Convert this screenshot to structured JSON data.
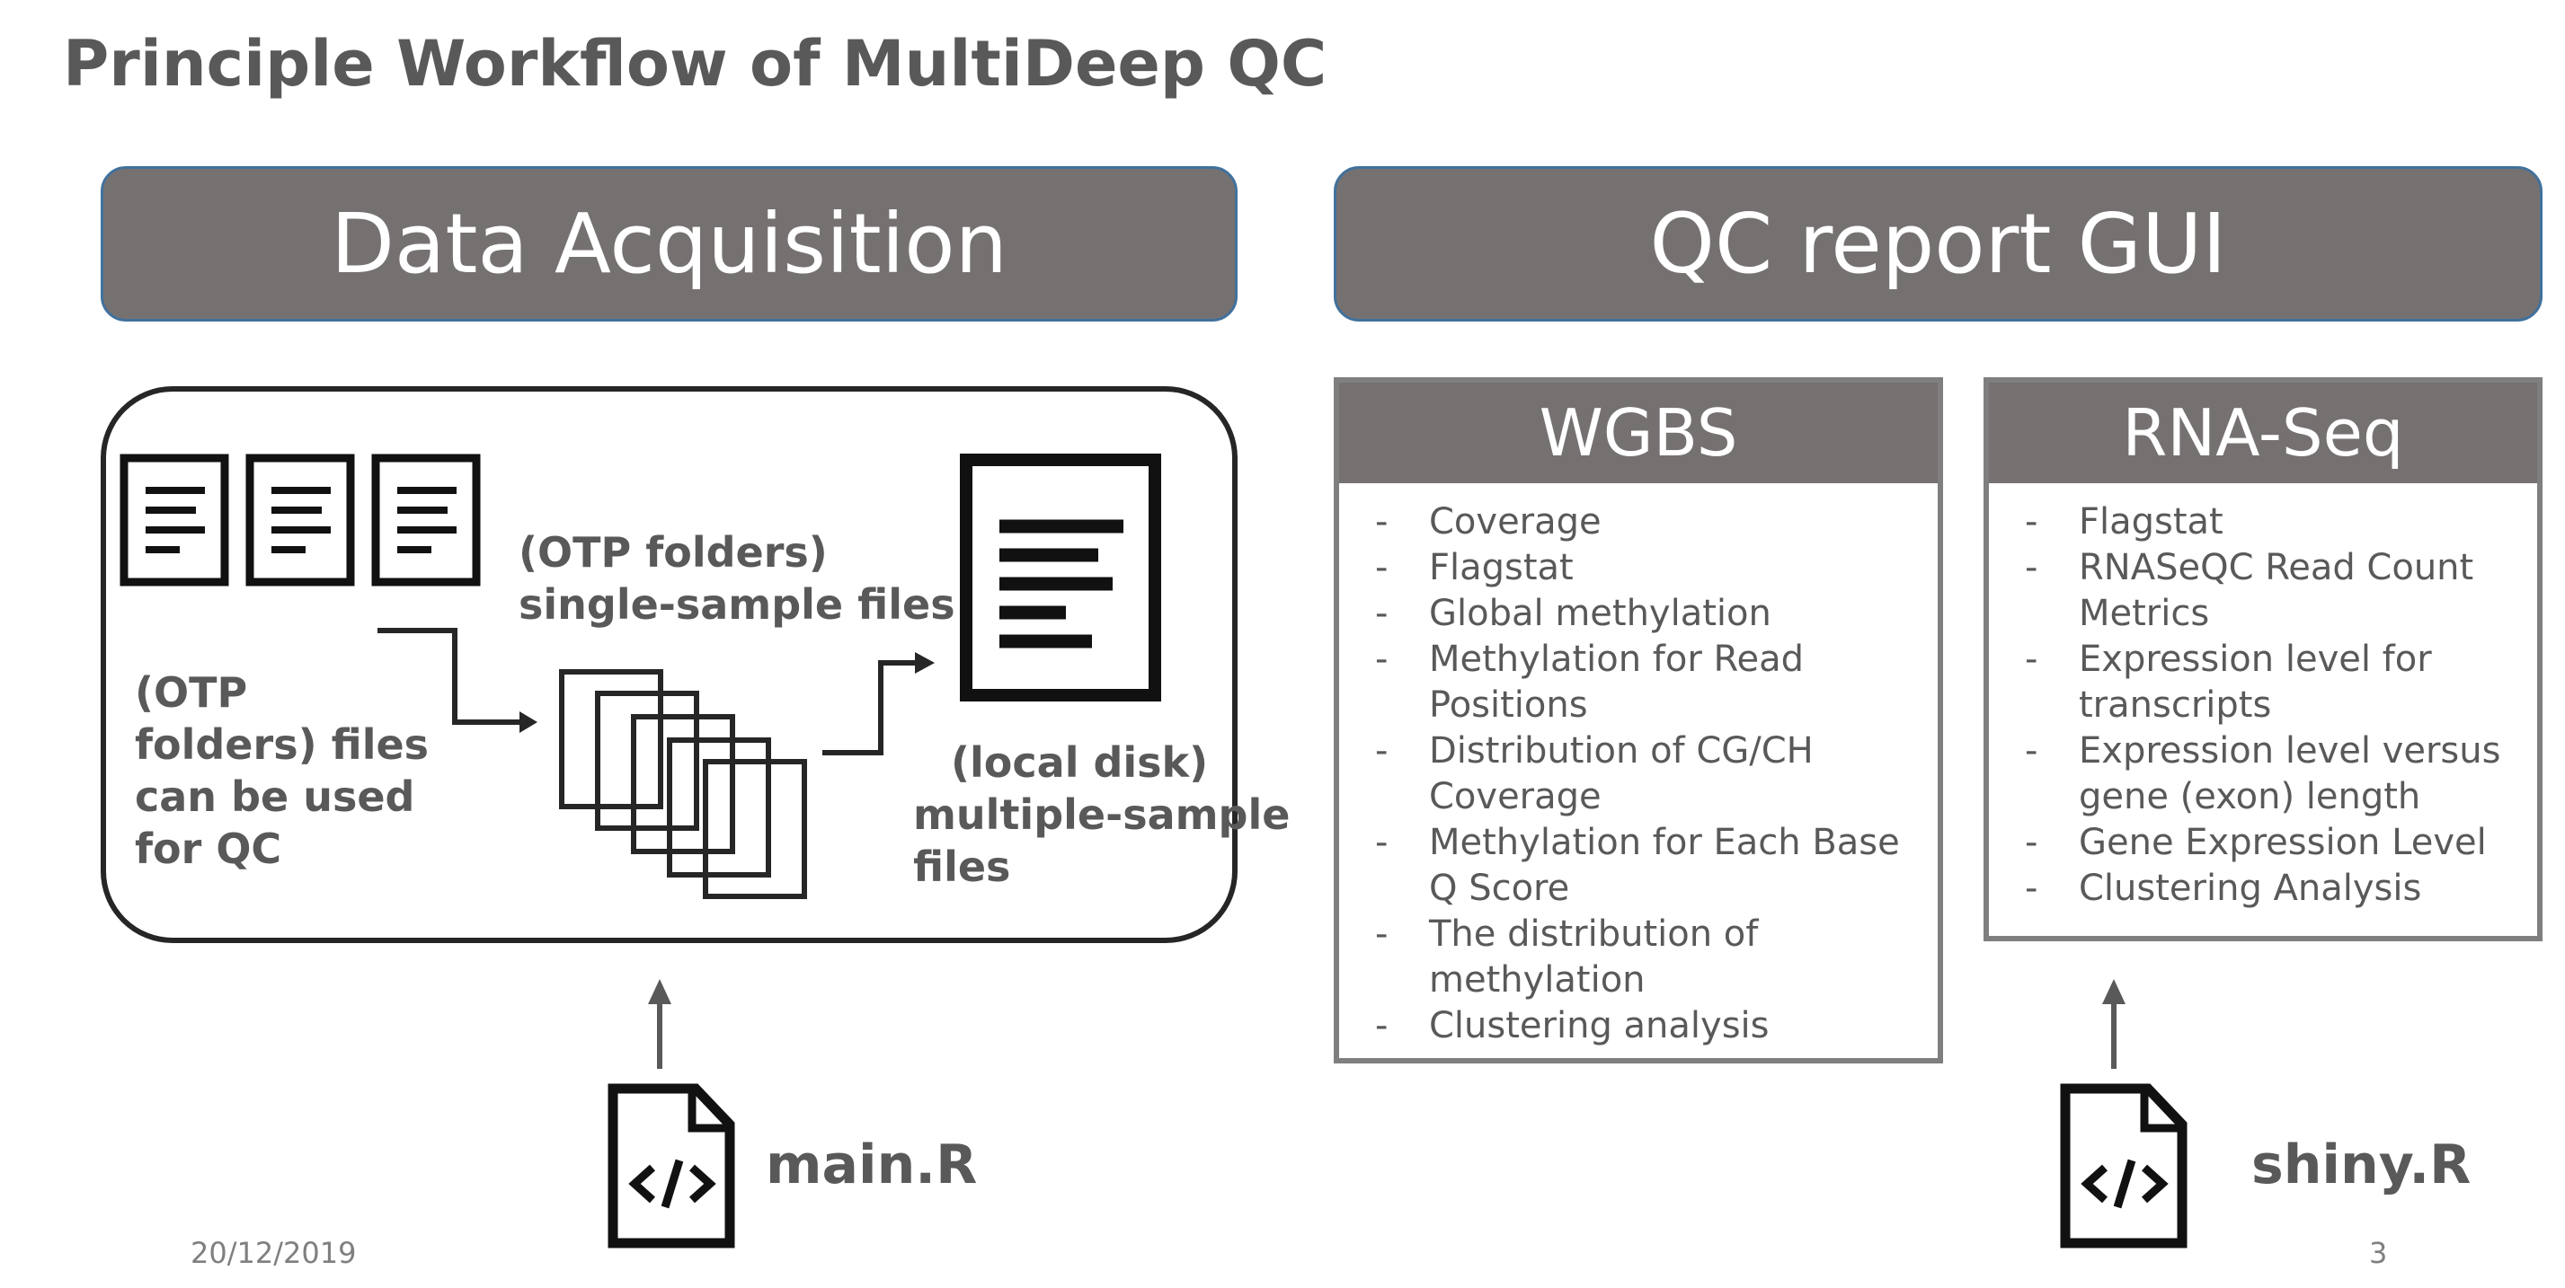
{
  "slide": {
    "title": "Principle Workflow of MultiDeep QC",
    "date": "20/12/2019",
    "page_number": "3"
  },
  "acquisition": {
    "header": "Data Acquisition",
    "otp_label_line1": "(OTP folders)",
    "otp_label_line2": "single-sample files",
    "qc_label_lines": [
      "(OTP",
      "folders) files",
      "can be used",
      "for QC"
    ],
    "local_label_line1": "(local disk)",
    "local_label_line2": "multiple-sample",
    "local_label_line3": "files",
    "script": "main.R"
  },
  "qc_report": {
    "header": "QC report GUI",
    "wgbs": {
      "title": "WGBS",
      "items": [
        [
          "Coverage"
        ],
        [
          "Flagstat"
        ],
        [
          "Global methylation"
        ],
        [
          "Methylation for Read",
          "Positions"
        ],
        [
          "Distribution of CG/CH",
          "Coverage"
        ],
        [
          "Methylation for Each Base",
          "Q Score"
        ],
        [
          "The distribution of",
          "methylation"
        ],
        [
          "Clustering analysis"
        ]
      ]
    },
    "rnaseq": {
      "title": "RNA-Seq",
      "items": [
        [
          "Flagstat"
        ],
        [
          "RNASeQC Read Count",
          "Metrics"
        ],
        [
          "Expression level for",
          "transcripts"
        ],
        [
          "Expression level versus",
          "gene (exon) length"
        ],
        [
          "Gene Expression Level"
        ],
        [
          "Clustering Analysis"
        ]
      ]
    },
    "script": "shiny.R"
  },
  "colors": {
    "header_fill": "#767171",
    "header_border": "#41719c",
    "text_gray": "#595959",
    "arrow_gray": "#595959",
    "dark_outline": "#262626"
  },
  "icons": [
    "document-icon",
    "stacked-files-icon",
    "code-file-icon",
    "arrow-icon"
  ]
}
